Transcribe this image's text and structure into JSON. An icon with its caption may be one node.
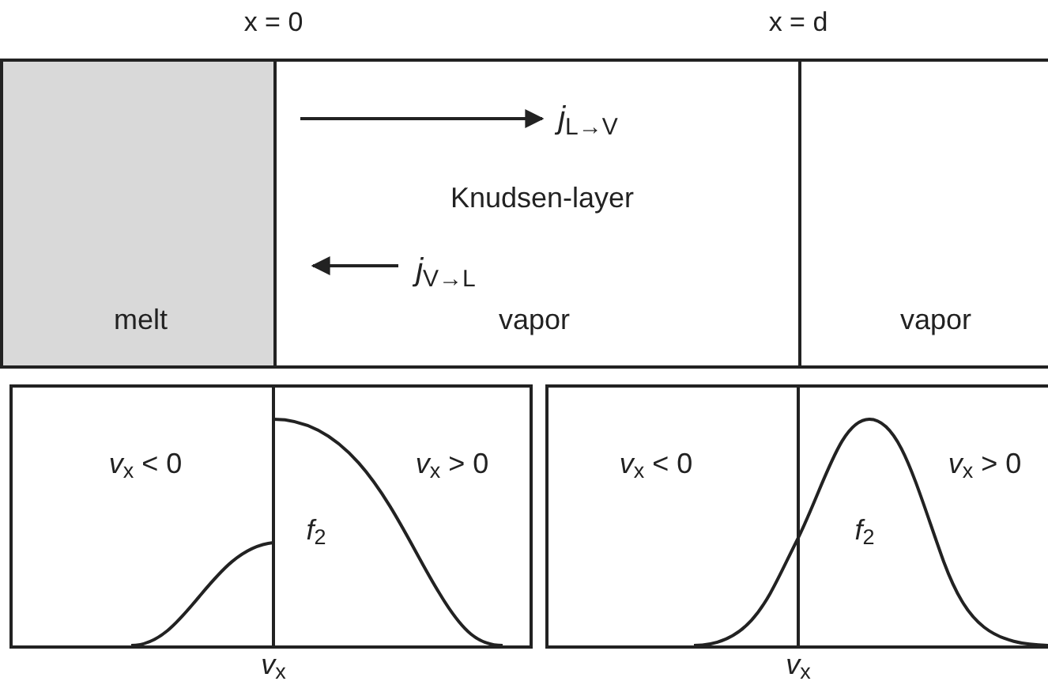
{
  "diagram": {
    "nodes": [
      {
        "text": [
          "melt"
        ]
      },
      {
        "text": [
          "Knudsen-layer",
          "vapor"
        ]
      },
      {
        "text": [
          "vapor"
        ]
      },
      {
        "text": [
          "*v*$_{x}$ < 0",
          "*v*$_{x}$ > 0",
          "*f*$_{2}$"
        ],
        "beside": [
          "*v*$_{x}$"
        ]
      },
      {
        "text": [
          "*v*$_{x}$ < 0",
          "*v*$_{x}$ > 0",
          "*f*$_{2}$"
        ],
        "beside": [
          "*v*$_{x}$"
        ]
      }
    ],
    "edges": [],
    "labels": [
      "x = 0",
      "x = d",
      "*j*$_{L→V}$",
      "*j*$_{V→L}$"
    ]
  }
}
